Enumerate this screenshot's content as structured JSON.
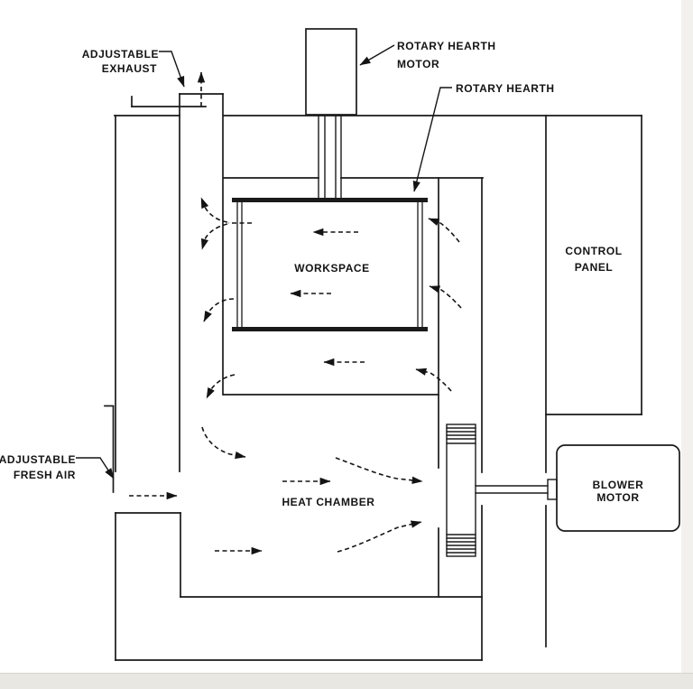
{
  "diagram": {
    "type": "technical-schematic",
    "subject": "Rotary hearth oven airflow cutaway drawing",
    "colors": {
      "background": "#ffffff",
      "line": "#1a1a1a",
      "label_text": "#141414",
      "scan_edge_bottom": "#e9e7e1",
      "scan_edge_right": "#f2f1ee"
    },
    "line_style": {
      "structure": "solid",
      "airflow": "dashed arrows",
      "leaders": "solid with solid arrowheads"
    },
    "labels": {
      "adjustable_exhaust": {
        "line1": "ADJUSTABLE",
        "line2": "EXHAUST"
      },
      "rotary_hearth_motor": {
        "line1": "ROTARY HEARTH",
        "line2": "MOTOR"
      },
      "rotary_hearth": {
        "text": "ROTARY HEARTH"
      },
      "control_panel": {
        "line1": "CONTROL",
        "line2": "PANEL"
      },
      "workspace": {
        "text": "WORKSPACE"
      },
      "adjustable_fresh_air": {
        "line1": "ADJUSTABLE",
        "line2": "FRESH AIR"
      },
      "heat_chamber": {
        "text": "HEAT CHAMBER"
      },
      "blower_motor": {
        "line1": "BLOWER",
        "line2": "MOTOR"
      }
    },
    "components": [
      "adjustable exhaust stack with damper",
      "rotary hearth motor",
      "drive shaft",
      "rotary hearth with workspace",
      "control panel",
      "adjustable fresh air inlet damper",
      "heat chamber",
      "blower wheel",
      "blower motor"
    ],
    "airflow_summary": "Fresh air enters lower left; heat chamber air flows right into blower wheel; blower feeds right plenum; air crosses workspace leftward and splits up the left channel to the adjustable exhaust and down for recirculation."
  }
}
